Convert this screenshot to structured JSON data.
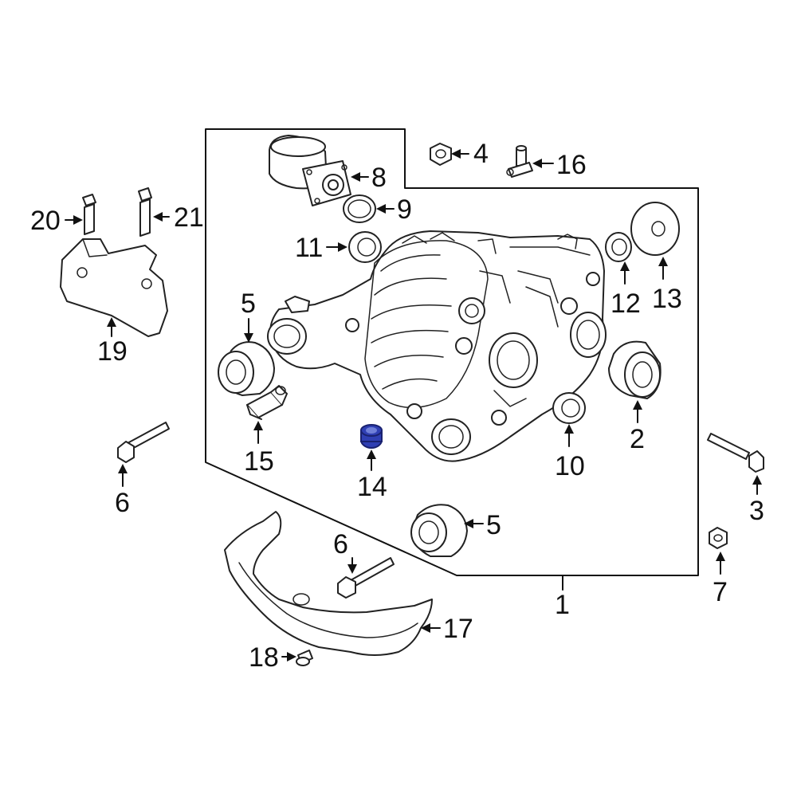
{
  "callouts": {
    "c1": "1",
    "c2": "2",
    "c3": "3",
    "c4": "4",
    "c5a": "5",
    "c5b": "5",
    "c6a": "6",
    "c6b": "6",
    "c7": "7",
    "c8": "8",
    "c9": "9",
    "c10": "10",
    "c11": "11",
    "c12": "12",
    "c13": "13",
    "c14": "14",
    "c15": "15",
    "c16": "16",
    "c17": "17",
    "c18": "18",
    "c19": "19",
    "c20": "20",
    "c21": "21"
  },
  "highlight_color": "#2f3fb3"
}
